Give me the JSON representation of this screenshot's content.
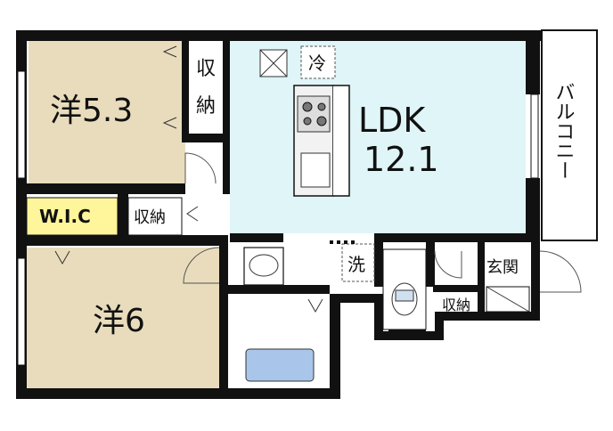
{
  "rooms": {
    "western1": {
      "label": "洋5.3"
    },
    "western2": {
      "label": "洋6"
    },
    "ldk": {
      "label_line1": "LDK",
      "label_line2": "12.1"
    },
    "wic": {
      "label": "W.I.C"
    },
    "balcony": {
      "label": "バルコニー"
    },
    "entrance": {
      "label": "玄関"
    },
    "wash": {
      "label": "洗"
    }
  },
  "storage": {
    "upper_closet": {
      "line1": "収",
      "line2": "納"
    },
    "mid_closet": {
      "label": "収納"
    },
    "entry_closet": {
      "label": "収納"
    }
  },
  "fixtures": {
    "fridge": {
      "label": "冷"
    }
  },
  "colors": {
    "wall": "#111111",
    "ldk_floor": "#dff5f8",
    "room_floor": "#e8dcbc",
    "wic_floor": "#fff59a",
    "bath_tub": "#a9c6ea"
  }
}
